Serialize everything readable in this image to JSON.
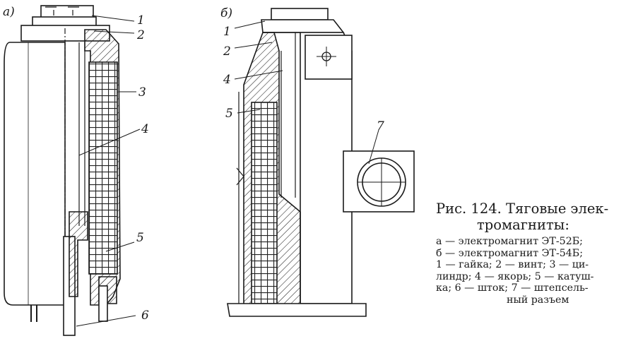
{
  "figure": {
    "panel_a_label": "а)",
    "panel_b_label": "б)",
    "panel_a_callouts": [
      "1",
      "2",
      "3",
      "4",
      "5",
      "6"
    ],
    "panel_b_callouts": [
      "1",
      "2",
      "4",
      "5",
      "7"
    ],
    "caption": {
      "title_line1": "Рис. 124. Тяговые элек-",
      "title_line2": "тромагниты:",
      "lines": [
        "а — электромагнит ЭТ-52Б;",
        "б — электромагнит ЭТ-54Б;",
        "1 — гайка; 2 — винт; 3 — ци-",
        "линдр; 4 — якорь; 5 — катуш-",
        "ка; 6 — шток; 7 — штепсель-",
        "ный разъем"
      ]
    }
  }
}
